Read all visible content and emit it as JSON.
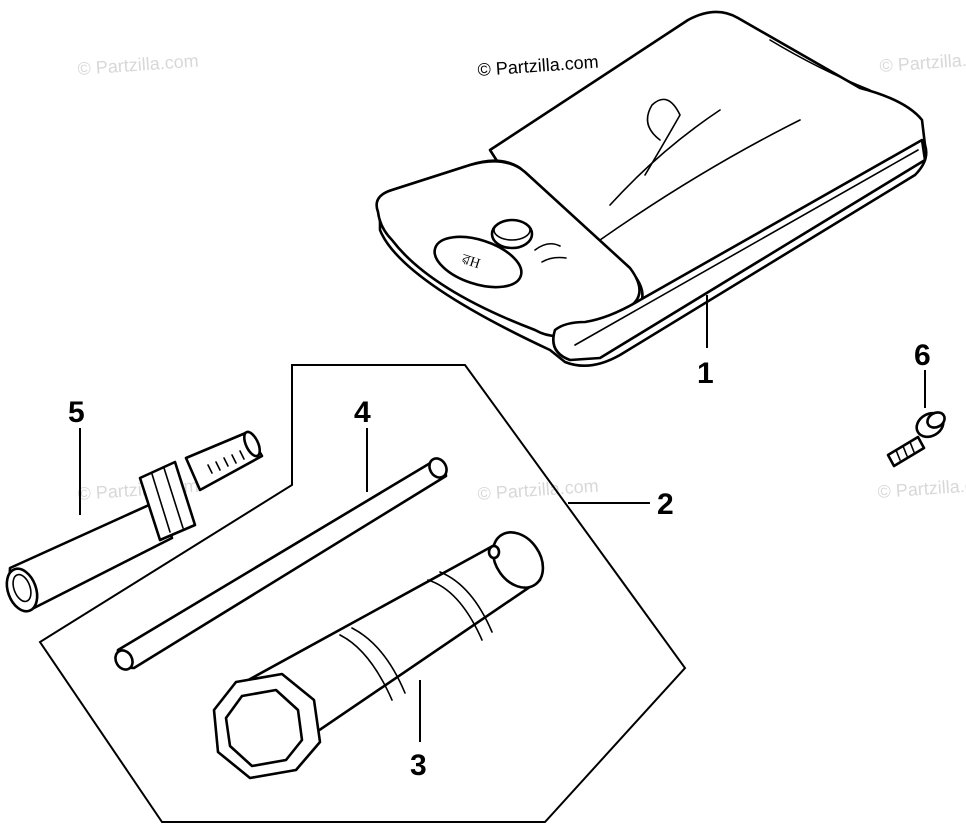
{
  "watermarks": {
    "main": "© Partzilla.com",
    "faint": "© Partzilla.com"
  },
  "callouts": {
    "tool_bag": "1",
    "tool_set": "2",
    "plug_wrench": "3",
    "wrench_handle": "4",
    "adjuster_tool": "5",
    "screw": "6"
  },
  "bag_logo_text": "ৱH"
}
